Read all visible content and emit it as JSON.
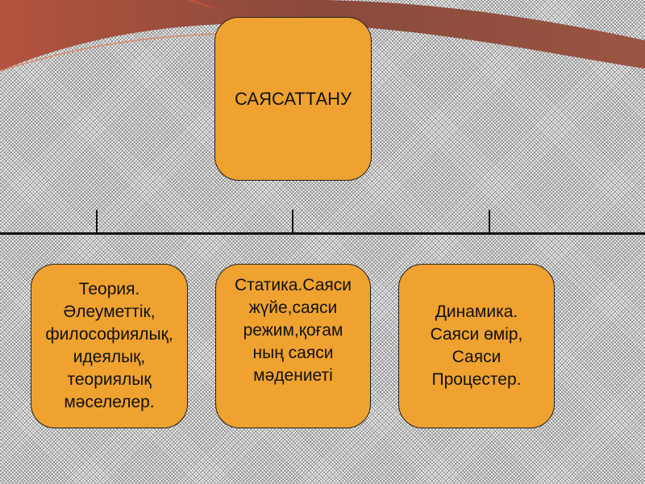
{
  "colors": {
    "box_fill": "#efa22f",
    "wave": "#a55a45",
    "line": "#111111"
  },
  "root": {
    "label": "САЯСАТТАНУ"
  },
  "children": [
    {
      "label": "Теория.\nӘлеуметтік,\nфилософиялық,\nидеялық,\nтеориялық\nмәселелер."
    },
    {
      "label": "Статика.Саяси\nжүйе,саяси\nрежим,қоғам\nның саяси\nмәдениеті"
    },
    {
      "label": "Динамика.\nСаяси өмір,\nСаяси\nПроцестер."
    }
  ]
}
